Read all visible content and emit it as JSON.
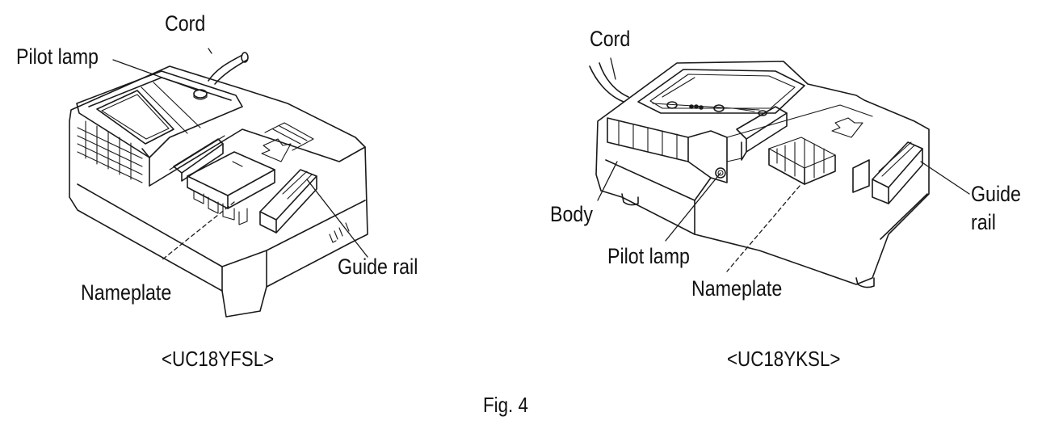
{
  "left": {
    "model": "<UC18YFSL>",
    "labels": {
      "cord": "Cord",
      "pilot_lamp": "Pilot lamp",
      "guide_rail": "Guide rail",
      "nameplate": "Nameplate"
    }
  },
  "right": {
    "model": "<UC18YKSL>",
    "labels": {
      "cord": "Cord",
      "body": "Body",
      "pilot_lamp": "Pilot lamp",
      "guide": "Guide",
      "rail": "rail",
      "nameplate": "Nameplate"
    }
  },
  "caption": "Fig. 4"
}
